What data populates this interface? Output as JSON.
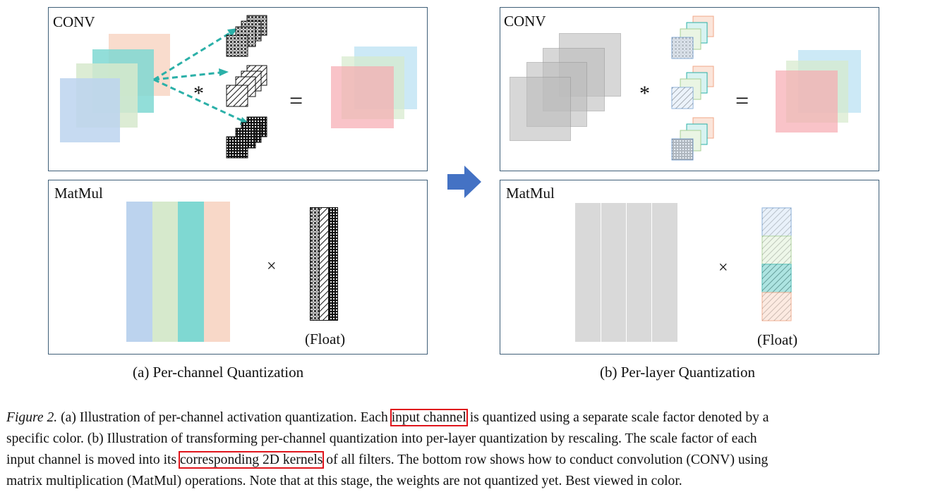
{
  "panel_a_conv": {
    "title": "CONV",
    "mul_symbol": "*",
    "eq_symbol": "="
  },
  "panel_a_matmul": {
    "title": "MatMul",
    "times_symbol": "×",
    "float_label": "(Float)"
  },
  "panel_b_conv": {
    "title": "CONV",
    "mul_symbol": "*",
    "eq_symbol": "="
  },
  "panel_b_matmul": {
    "title": "MatMul",
    "times_symbol": "×",
    "float_label": "(Float)"
  },
  "subcaption_a": "(a) Per-channel Quantization",
  "subcaption_b": "(b) Per-layer Quantization",
  "caption": {
    "fig_label": "Figure 2.",
    "l1_a": " (a) Illustration of per-channel activation quantization. Each ",
    "l1_hl": "input channel",
    "l1_b": " is quantized using a separate scale factor denoted by a",
    "l2": "specific color. (b) Illustration of transforming per-channel quantization into per-layer quantization by rescaling. The scale factor of each",
    "l3_a": "input channel is moved into its ",
    "l3_hl": "corresponding 2D kernels",
    "l3_b": " of all filters. The bottom row shows how to conduct convolution (CONV) using",
    "l4": "matrix multiplication (MatMul) operations. Note that at this stage, the weights are not quantized yet. Best viewed in color."
  },
  "colors": {
    "blue": "#bcd3ee",
    "green": "#d6e9cc",
    "teal": "#7fd8d2",
    "peach": "#f8d8c8",
    "pink": "#f6aab0",
    "sky": "#c9e8f6",
    "gray": "#bdbdbd",
    "arrow": "#4472c4",
    "dashed": "#2bb0a8",
    "highlight": "#e0151c",
    "border": "#3f5f78"
  }
}
